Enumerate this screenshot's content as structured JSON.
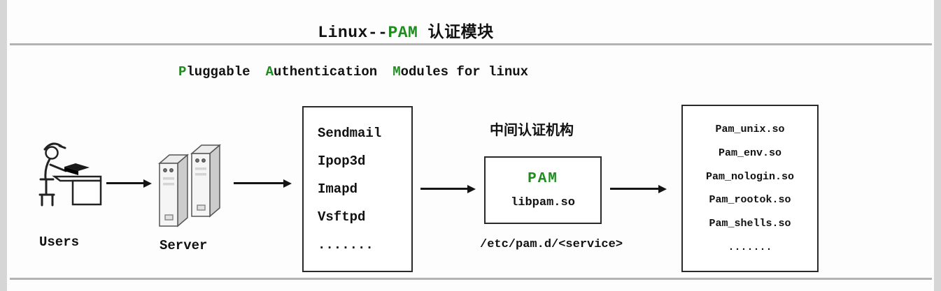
{
  "title": {
    "part_linux": "Linux--",
    "part_pam": "PAM",
    "part_cjk": " 认证模块"
  },
  "subtitle": {
    "w1_initial": "P",
    "w1_rest": "luggable",
    "w2_initial": "A",
    "w2_rest": "uthentication",
    "w3_initial": "M",
    "w3_rest": "odules for linux"
  },
  "colors": {
    "accent_green": "#1f8c1f",
    "text": "#111111",
    "box_border": "#2a2a2a",
    "separator": "#b3b3b3",
    "background": "#fdfdfd"
  },
  "flow": {
    "users_label": "Users",
    "server_label": "Server",
    "services": {
      "items": [
        "Sendmail",
        "Ipop3d",
        "Imapd",
        "Vsftpd",
        "......."
      ]
    },
    "pam": {
      "heading": "中间认证机构",
      "name": "PAM",
      "library": "libpam.so",
      "config_path": "/etc/pam.d/<service>"
    },
    "modules": {
      "items": [
        "Pam_unix.so",
        "Pam_env.so",
        "Pam_nologin.so",
        "Pam_rootok.so",
        "Pam_shells.so",
        "......."
      ]
    }
  }
}
